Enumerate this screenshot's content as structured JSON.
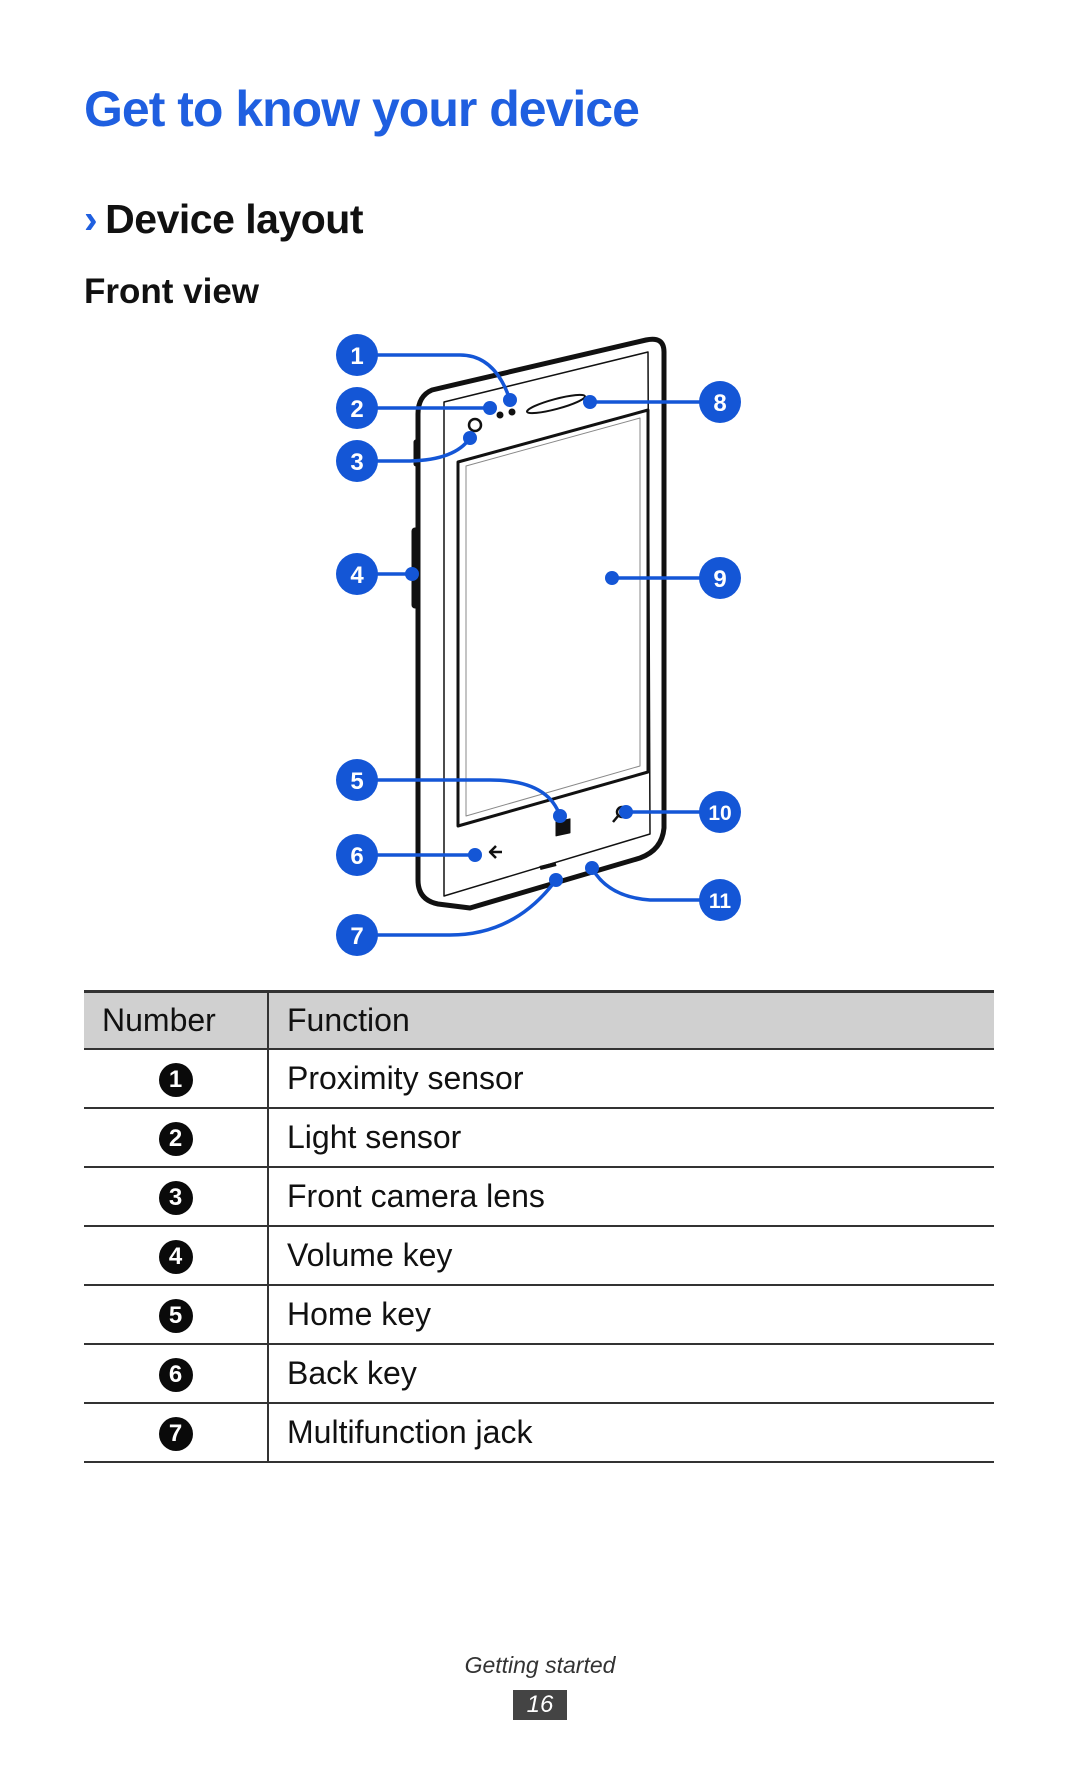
{
  "page_title": "Get to know your device",
  "section": {
    "chevron": "›",
    "title": "Device layout"
  },
  "subsection": "Front view",
  "callouts": [
    "1",
    "2",
    "3",
    "4",
    "5",
    "6",
    "7",
    "8",
    "9",
    "10",
    "11"
  ],
  "table": {
    "headers": {
      "number": "Number",
      "function": "Function"
    },
    "rows": [
      {
        "num": "1",
        "function": "Proximity sensor"
      },
      {
        "num": "2",
        "function": "Light sensor"
      },
      {
        "num": "3",
        "function": "Front camera lens"
      },
      {
        "num": "4",
        "function": "Volume key"
      },
      {
        "num": "5",
        "function": "Home key"
      },
      {
        "num": "6",
        "function": "Back key"
      },
      {
        "num": "7",
        "function": "Multifunction jack"
      }
    ]
  },
  "footer": {
    "section": "Getting started",
    "page": "16"
  },
  "colors": {
    "accent": "#1f5fe0",
    "callout_blue": "#1456d6"
  }
}
